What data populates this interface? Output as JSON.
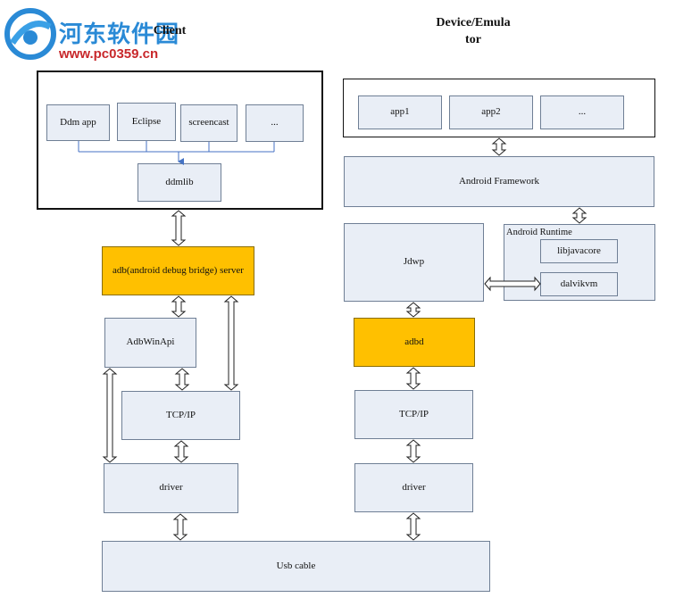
{
  "watermark": {
    "title": "河东软件园",
    "url": "www.pc0359.cn"
  },
  "client": {
    "heading": "Client",
    "tools": [
      "Ddm app",
      "Eclipse",
      "screencast",
      "..."
    ],
    "ddmlib": "ddmlib",
    "adb_server": "adb(android debug bridge) server",
    "adbwinapi": "AdbWinApi",
    "tcpip": "TCP/IP",
    "driver": "driver"
  },
  "device": {
    "heading_line1": "Device/Emula",
    "heading_line2": "tor",
    "apps": [
      "app1",
      "app2",
      "..."
    ],
    "framework": "Android Framework",
    "jdwp": "Jdwp",
    "runtime_label": "Android Runtime",
    "libjavacore": "libjavacore",
    "dalvikvm": "dalvikvm",
    "adbd": "adbd",
    "tcpip": "TCP/IP",
    "driver": "driver"
  },
  "usb_cable": "Usb cable",
  "colors": {
    "box_fill": "#e9eef6",
    "box_border": "#6f7f95",
    "highlight": "#ffc000",
    "connector": "#4472c4"
  }
}
